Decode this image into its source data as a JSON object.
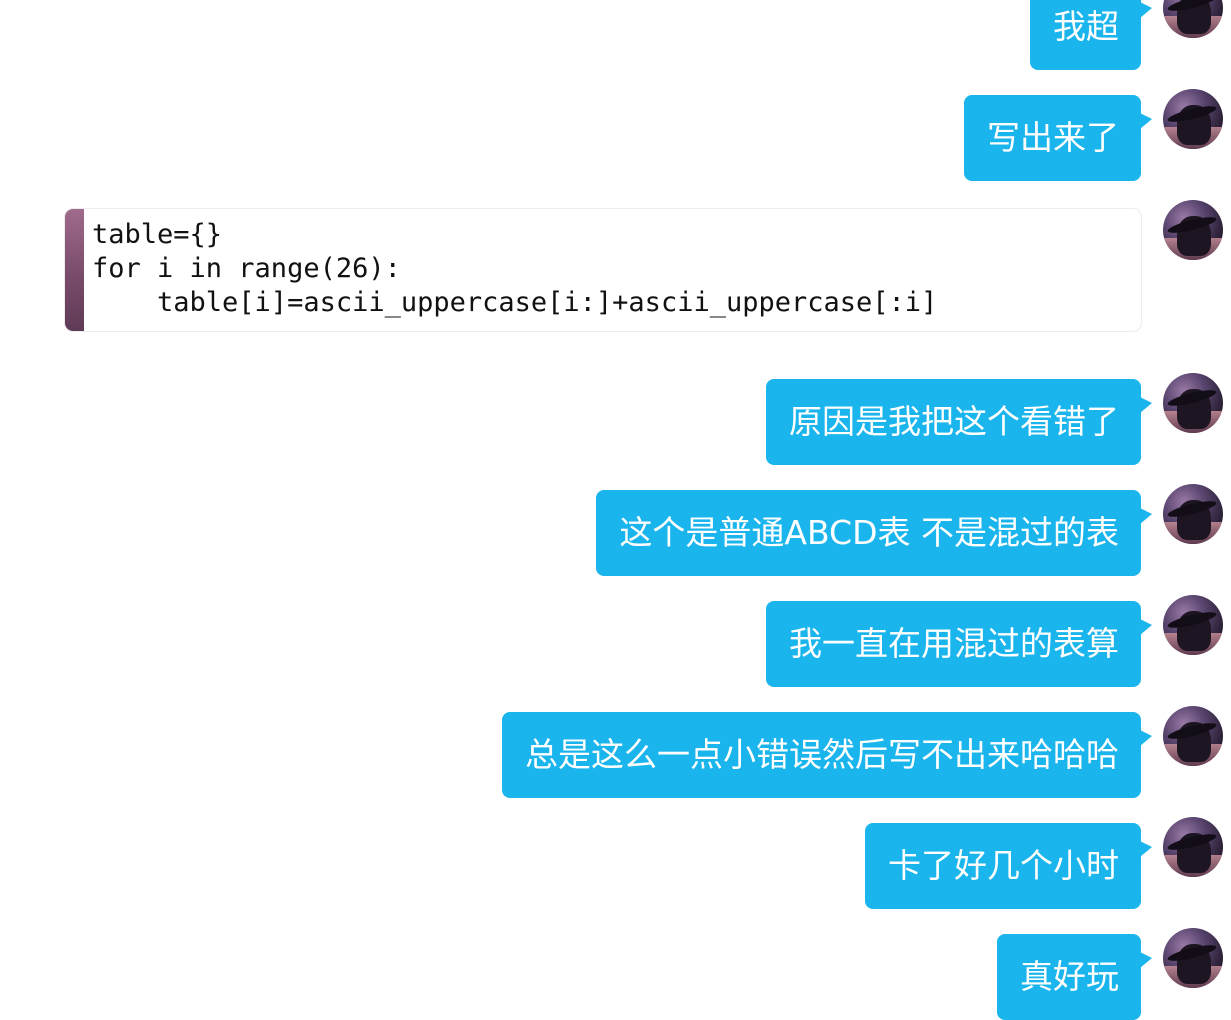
{
  "messages": [
    {
      "type": "text",
      "text": "我超"
    },
    {
      "type": "text",
      "text": "写出来了"
    },
    {
      "type": "code",
      "lines": [
        "table={}",
        "for i in range(26):",
        "    table[i]=ascii_uppercase[i:]+ascii_uppercase[:i]"
      ]
    },
    {
      "type": "text",
      "text": "原因是我把这个看错了"
    },
    {
      "type": "text",
      "text": "这个是普通ABCD表 不是混过的表"
    },
    {
      "type": "text",
      "text": "我一直在用混过的表算"
    },
    {
      "type": "text",
      "text": "总是这么一点小错误然后写不出来哈哈哈"
    },
    {
      "type": "text",
      "text": "卡了好几个小时"
    },
    {
      "type": "text",
      "text": "真好玩"
    }
  ],
  "colors": {
    "bubble": "#1ab5ec",
    "bubble_text": "#ffffff",
    "background": "#ffffff"
  },
  "icons": {
    "avatar": "user-avatar-anime-girl"
  }
}
